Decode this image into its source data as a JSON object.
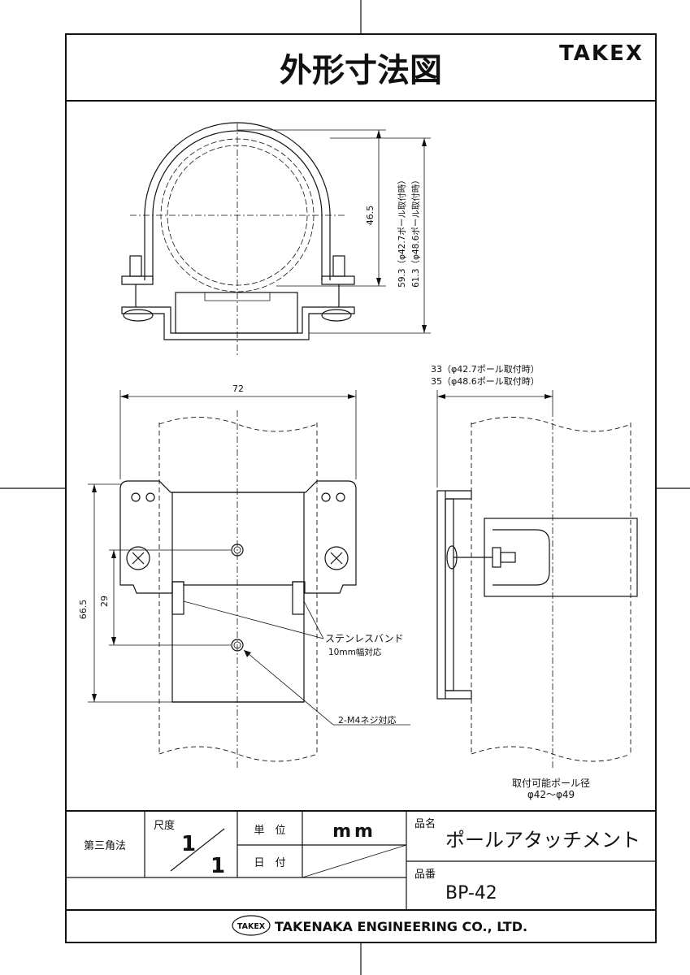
{
  "header": {
    "title": "外形寸法図",
    "brand": "TAKEX"
  },
  "top_view": {
    "dim_height": "46.5",
    "dim_total_a": "59.3（φ42.7ポール取付時）",
    "dim_total_b": "61.3（φ48.6ポール取付時）"
  },
  "front_view": {
    "dim_width": "72",
    "dim_height": "66.5",
    "dim_pitch": "29",
    "note_band_1": "ステンレスバンド",
    "note_band_2": "10mm幅対応",
    "note_screw": "2-M4ネジ対応"
  },
  "side_view": {
    "dim_depth_a": "33（φ42.7ポール取付時）",
    "dim_depth_b": "35（φ48.6ポール取付時）",
    "pole_note_1": "取付可能ポール径",
    "pole_note_2": "φ42～φ49"
  },
  "title_block": {
    "projection": "第三角法",
    "scale_label": "尺度",
    "scale_num": "1",
    "scale_den": "1",
    "unit_label": "単　位",
    "unit_value": "mm",
    "date_label": "日　付",
    "name_label": "品名",
    "name_value": "ポールアタッチメント",
    "code_label": "品番",
    "code_value": "BP-42",
    "company_logo": "TAKEX",
    "company_name": "TAKENAKA ENGINEERING CO., LTD."
  }
}
